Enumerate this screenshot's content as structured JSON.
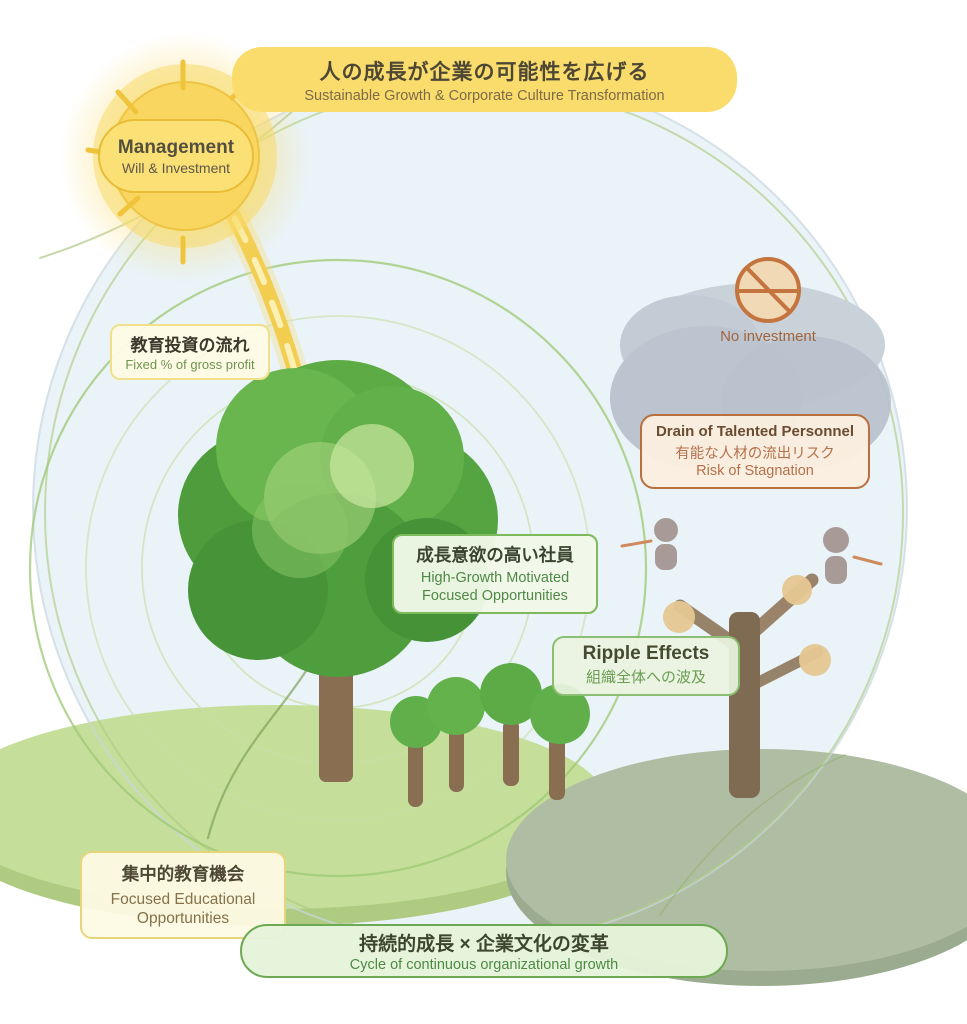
{
  "banner_top": {
    "jp": "人の成長が企業の可能性を広げる",
    "en": "Sustainable Growth & Corporate Culture Transformation"
  },
  "sun": {
    "title": "Management",
    "subtitle": "Will & Investment"
  },
  "investment_flow": {
    "jp": "教育投資の流れ",
    "en": "Fixed % of gross profit"
  },
  "cloud": {
    "label": "No investment"
  },
  "drain": {
    "en": "Drain of Talented Personnel",
    "jp": "有能な人材の流出リスク",
    "sub": "Risk of Stagnation"
  },
  "employees": {
    "jp": "成長意欲の高い社員",
    "en_line1": "High-Growth Motivated",
    "en_line2": "Focused Opportunities"
  },
  "ripple": {
    "en": "Ripple Effects",
    "jp": "組織全体への波及"
  },
  "focused_education": {
    "jp": "集中的教育機会",
    "en_line1": "Focused Educational",
    "en_line2": "Opportunities"
  },
  "banner_bottom": {
    "jp": "持続的成長 × 企業文化の変革",
    "en": "Cycle of continuous organizational growth"
  },
  "colors": {
    "banner_yellow": "#F9DC6B",
    "sun_yellow": "#F9D660",
    "beam_yellow": "#F2CD4F",
    "tree_green": "#5CAB45",
    "box_green_border": "#7CBA5B",
    "box_orange_border": "#BA6F3E",
    "cloud_gray": "#C3CBD5",
    "ground_green": "#C5DE9A",
    "mound_sage": "#AFBDA2",
    "sky_blue": "#E9F3F8",
    "trunk_brown": "#8A6E52",
    "dead_trunk_brown": "#7F6A52",
    "person_gray": "#A89B97",
    "dead_leaf_tan": "#E5C792"
  }
}
